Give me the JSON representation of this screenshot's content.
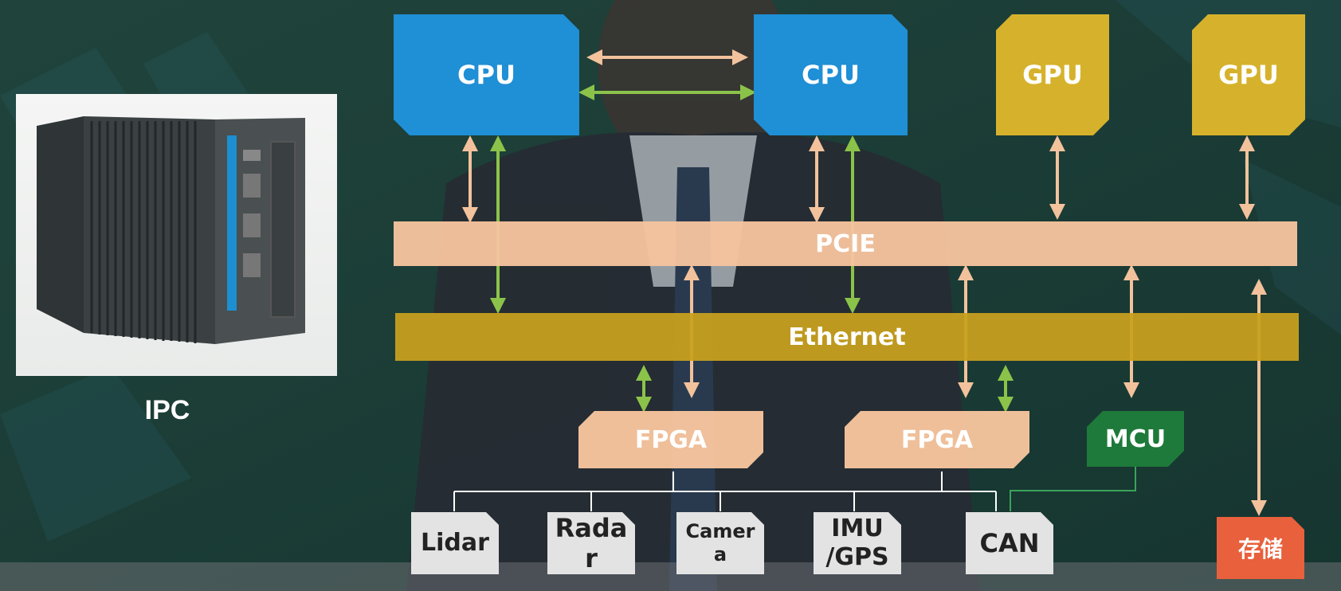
{
  "ipc": {
    "label": "IPC"
  },
  "processors": {
    "cpu1": "CPU",
    "cpu2": "CPU",
    "gpu1": "GPU",
    "gpu2": "GPU"
  },
  "buses": {
    "pcie": "PCIE",
    "ethernet": "Ethernet"
  },
  "controllers": {
    "fpga1": "FPGA",
    "fpga2": "FPGA",
    "mcu": "MCU"
  },
  "sensors": {
    "lidar": "Lidar",
    "radar_line1": "Rada",
    "radar_line2": "r",
    "camera_line1": "Camer",
    "camera_line2": "a",
    "imu_line1": "IMU",
    "imu_line2": "/GPS",
    "can": "CAN"
  },
  "storage": {
    "label": "存储"
  },
  "colors": {
    "cpu": "#1f8fd6",
    "gpu": "#d6b22c",
    "pcie": "#f6c49e",
    "ethernet": "#c8a01e",
    "fpga": "#f6c49e",
    "mcu": "#1e7a3a",
    "storage": "#e8603c",
    "pcie_arrow": "#f2c29c",
    "ethernet_arrow": "#8bc34a"
  }
}
